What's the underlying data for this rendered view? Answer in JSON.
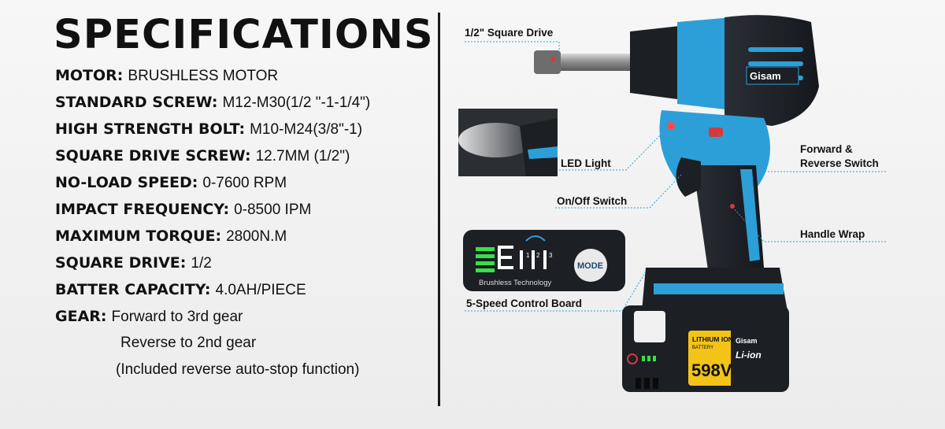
{
  "title": "SPECIFICATIONS",
  "specs": [
    {
      "key": "MOTOR:",
      "value": "BRUSHLESS MOTOR"
    },
    {
      "key": "STANDARD SCREW:",
      "value": "M12-M30(1/2 \"-1-1/4\")"
    },
    {
      "key": "HIGH STRENGTH BOLT:",
      "value": "M10-M24(3/8\"-1)"
    },
    {
      "key": "SQUARE DRIVE SCREW:",
      "value": "12.7MM (1/2\")"
    },
    {
      "key": "NO-LOAD SPEED:",
      "value": "0-7600 RPM"
    },
    {
      "key": "IMPACT FREQUENCY:",
      "value": "0-8500 IPM"
    },
    {
      "key": "MAXIMUM TORQUE:",
      "value": "2800N.M"
    },
    {
      "key": "SQUARE DRIVE:",
      "value": "1/2"
    },
    {
      "key": "BATTER CAPACITY:",
      "value": "4.0AH/PIECE"
    },
    {
      "key": "GEAR:",
      "value": "Forward to 3rd gear"
    }
  ],
  "gear_extra": [
    "Reverse to 2nd gear",
    "(Included reverse auto-stop function)"
  ],
  "callouts": {
    "square_drive": "1/2\" Square Drive",
    "led_light": "LED Light",
    "on_off": "On/Off Switch",
    "forward_reverse_1": "Forward &",
    "forward_reverse_2": "Reverse Switch",
    "handle_wrap": "Handle Wrap",
    "control_board": "5-Speed Control Board"
  },
  "control_panel": {
    "digits": [
      "1",
      "2",
      "3"
    ],
    "mode": "MODE",
    "caption": "Brushless Technology"
  },
  "brand": "Gisam",
  "battery": {
    "line1": "LITHIUM ION",
    "line2": "BATTERY",
    "voltage": "598V",
    "type": "Li-ion"
  },
  "colors": {
    "accent_blue": "#2d9fd8",
    "dark": "#1c1f24",
    "battery_yellow": "#f3c318",
    "led_green": "#35e04a"
  }
}
